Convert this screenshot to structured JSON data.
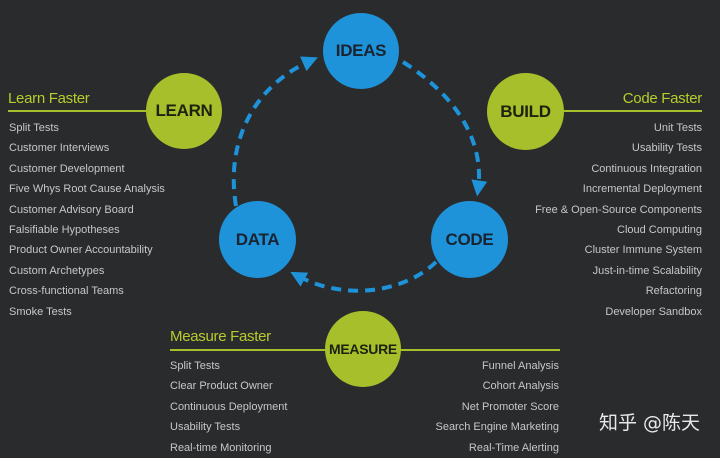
{
  "cycle": {
    "ideas": "IDEAS",
    "build": "BUILD",
    "code": "CODE",
    "measure": "MEASURE",
    "data": "DATA",
    "learn": "LEARN"
  },
  "colors": {
    "background": "#2a2b2d",
    "blue": "#1e93d9",
    "green": "#a6bf2a"
  },
  "learn_faster": {
    "heading": "Learn Faster",
    "items": [
      "Split Tests",
      "Customer Interviews",
      "Customer Development",
      "Five Whys Root Cause Analysis",
      "Customer Advisory Board",
      "Falsifiable Hypotheses",
      "Product Owner Accountability",
      "Custom Archetypes",
      "Cross-functional Teams",
      "Smoke Tests"
    ]
  },
  "code_faster": {
    "heading": "Code Faster",
    "items": [
      "Unit Tests",
      "Usability Tests",
      "Continuous Integration",
      "Incremental Deployment",
      "Free & Open-Source Components",
      "Cloud Computing",
      "Cluster Immune System",
      "Just-in-time Scalability",
      "Refactoring",
      "Developer Sandbox"
    ]
  },
  "measure_faster": {
    "heading": "Measure Faster",
    "left_items": [
      "Split Tests",
      "Clear Product Owner",
      "Continuous Deployment",
      "Usability Tests",
      "Real-time Monitoring"
    ],
    "right_items": [
      "Funnel Analysis",
      "Cohort Analysis",
      "Net Promoter Score",
      "Search Engine Marketing",
      "Real-Time Alerting"
    ]
  },
  "watermark": "知乎 @陈天"
}
